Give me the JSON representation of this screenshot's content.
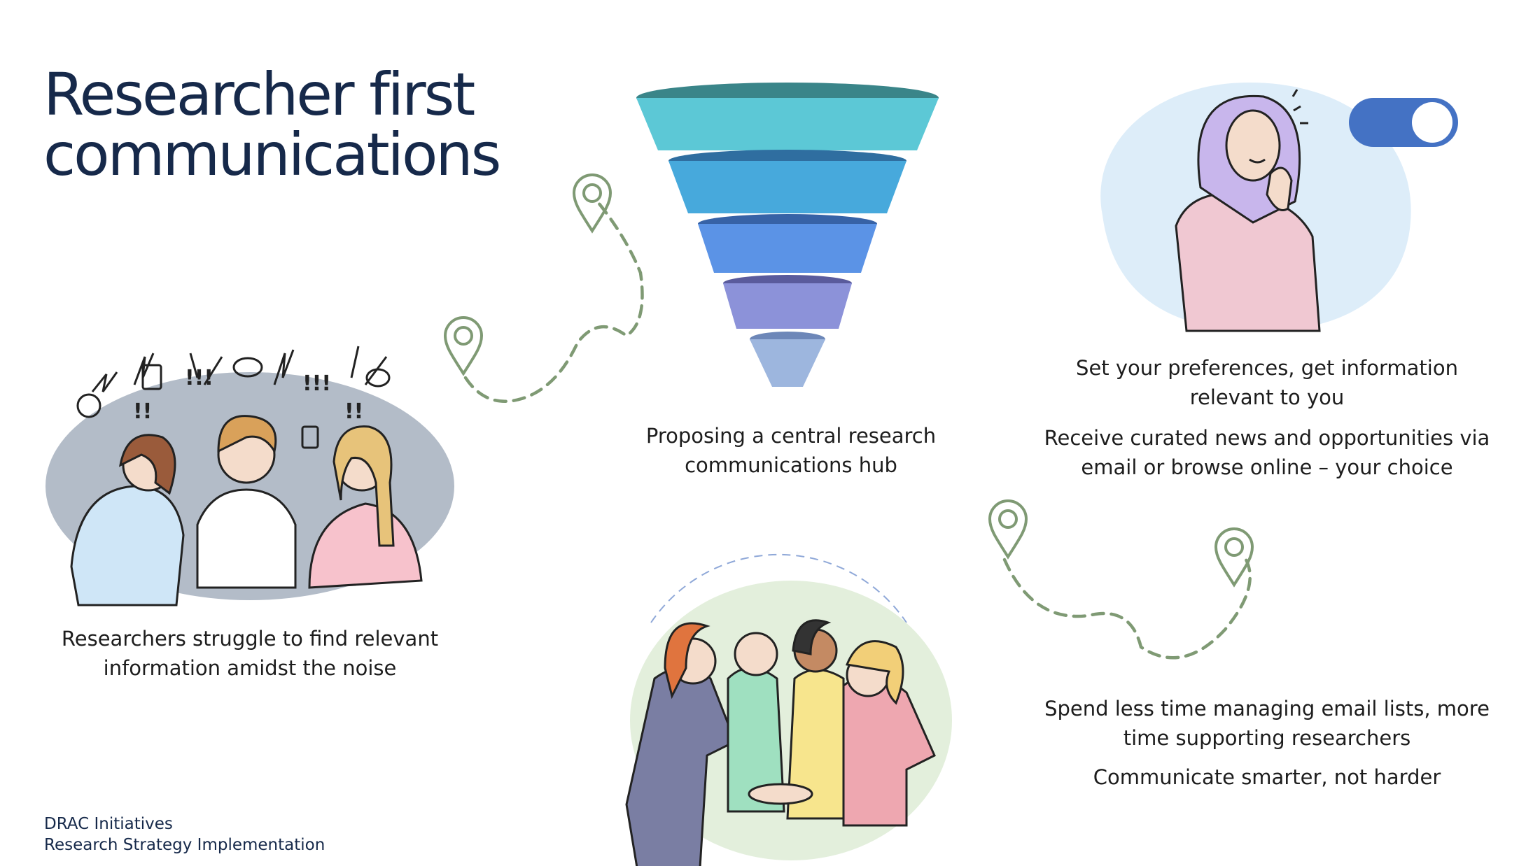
{
  "title_line1": "Researcher first",
  "title_line2": "communications",
  "steps": {
    "problem": {
      "text": "Researchers struggle to find relevant\ninformation amidst the noise"
    },
    "hub": {
      "text": "Proposing a central research\ncommunications hub"
    },
    "preferences": {
      "line1": "Set your preferences, get information\nrelevant to you",
      "line2": "Receive curated news and opportunities via\nemail or browse online – your choice"
    },
    "outcome": {
      "line1": "Spend less time managing email lists, more\ntime supporting researchers",
      "line2": "Communicate smarter, not harder"
    }
  },
  "footer": {
    "line1": "DRAC Initiatives",
    "line2": "Research Strategy Implementation"
  },
  "toggle": {
    "state": "on",
    "color": "#4472c4"
  },
  "colors": {
    "title": "#16294a",
    "path": "#7f9a74",
    "funnel_tiers": [
      "#5cc8d6",
      "#47a9dc",
      "#5b93e6",
      "#8c92d9",
      "#9db6de"
    ]
  },
  "icons": [
    "map-pin-icon",
    "funnel-icon",
    "toggle-switch-icon"
  ]
}
